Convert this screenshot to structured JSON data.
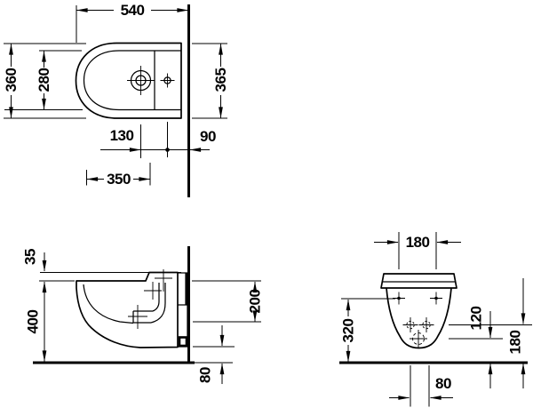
{
  "subject": "wall-hung-bidet-technical-drawing",
  "colors": {
    "line": "#000000",
    "background": "#ffffff"
  },
  "plan": {
    "length": "540",
    "width": "360",
    "bowl_width": "280",
    "back_width": "365",
    "tap_spacing": "130",
    "wall_offset": "90",
    "drain_offset": "350"
  },
  "side": {
    "deck_rise": "35",
    "rim_height": "400",
    "outlet_height": "200",
    "clearance": "80"
  },
  "front": {
    "fixing_spacing": "180",
    "fixing_height": "320",
    "drain_height": "120",
    "supply_height": "180",
    "supply_spacing": "80"
  }
}
